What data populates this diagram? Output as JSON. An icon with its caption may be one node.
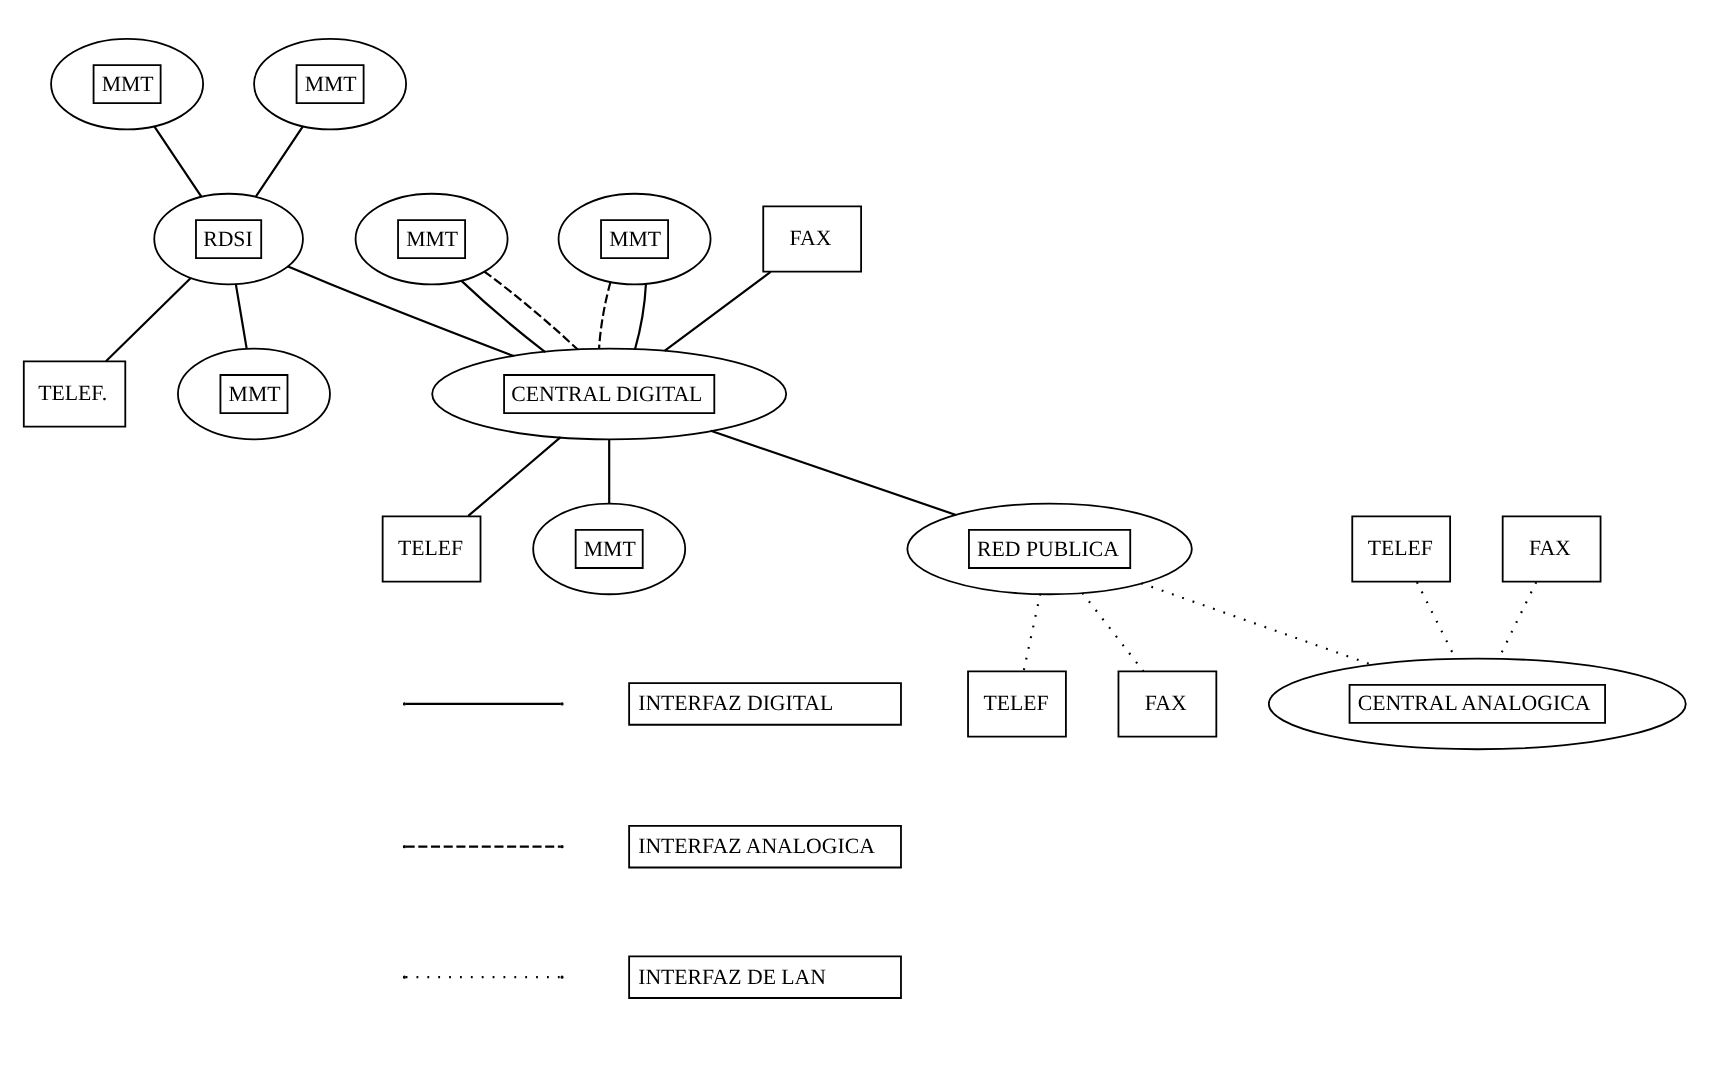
{
  "diagram": {
    "nodes": [
      {
        "text": [
          "MMT"
        ]
      },
      {
        "text": [
          "MMT"
        ]
      },
      {
        "text": [
          "RDSI"
        ]
      },
      {
        "text": [
          "TELEF."
        ]
      },
      {
        "text": [
          "MMT"
        ]
      },
      {
        "text": [
          "MMT"
        ]
      },
      {
        "text": [
          "MMT"
        ]
      },
      {
        "text": [
          "FAX"
        ]
      },
      {
        "text": [
          "CENTRAL DIGITAL"
        ]
      },
      {
        "text": [
          "TELEF"
        ]
      },
      {
        "text": [
          "MMT"
        ]
      },
      {
        "text": [
          "RED PUBLICA"
        ]
      },
      {
        "text": [
          "TELEF"
        ]
      },
      {
        "text": [
          "FAX"
        ]
      },
      {
        "text": [
          "TELEF"
        ]
      },
      {
        "text": [
          "FAX"
        ]
      },
      {
        "text": [
          "CENTRAL ANALOGICA"
        ]
      }
    ],
    "edges": [
      {
        "from": 0,
        "to": 2,
        "arrow": "none"
      },
      {
        "from": 1,
        "to": 2,
        "arrow": "none"
      },
      {
        "from": 2,
        "to": 3,
        "arrow": "none"
      },
      {
        "from": 2,
        "to": 4,
        "arrow": "none"
      },
      {
        "from": 2,
        "to": 8,
        "arrow": "none"
      },
      {
        "from": 5,
        "to": 8,
        "arrow": "none"
      },
      {
        "from": 5,
        "to": 8,
        "arrow": "none",
        "style": "dashed"
      },
      {
        "from": 6,
        "to": 8,
        "arrow": "none",
        "style": "dashed"
      },
      {
        "from": 6,
        "to": 8,
        "arrow": "none"
      },
      {
        "from": 7,
        "to": 8,
        "arrow": "none"
      },
      {
        "from": 8,
        "to": 9,
        "arrow": "none"
      },
      {
        "from": 8,
        "to": 10,
        "arrow": "none"
      },
      {
        "from": 8,
        "to": 11,
        "arrow": "none"
      },
      {
        "from": 11,
        "to": 12,
        "arrow": "none",
        "style": "dashed"
      },
      {
        "from": 11,
        "to": 13,
        "arrow": "none",
        "style": "dashed"
      },
      {
        "from": 11,
        "to": 16,
        "arrow": "none",
        "style": "dashed"
      },
      {
        "from": 14,
        "to": 16,
        "arrow": "none",
        "style": "dashed"
      },
      {
        "from": 15,
        "to": 16,
        "arrow": "none",
        "style": "dashed"
      }
    ],
    "legend": [
      {
        "text": "INTERFAZ DIGITAL"
      },
      {
        "text": "INTERFAZ ANALOGICA"
      },
      {
        "text": "INTERFAZ DE LAN"
      }
    ]
  }
}
